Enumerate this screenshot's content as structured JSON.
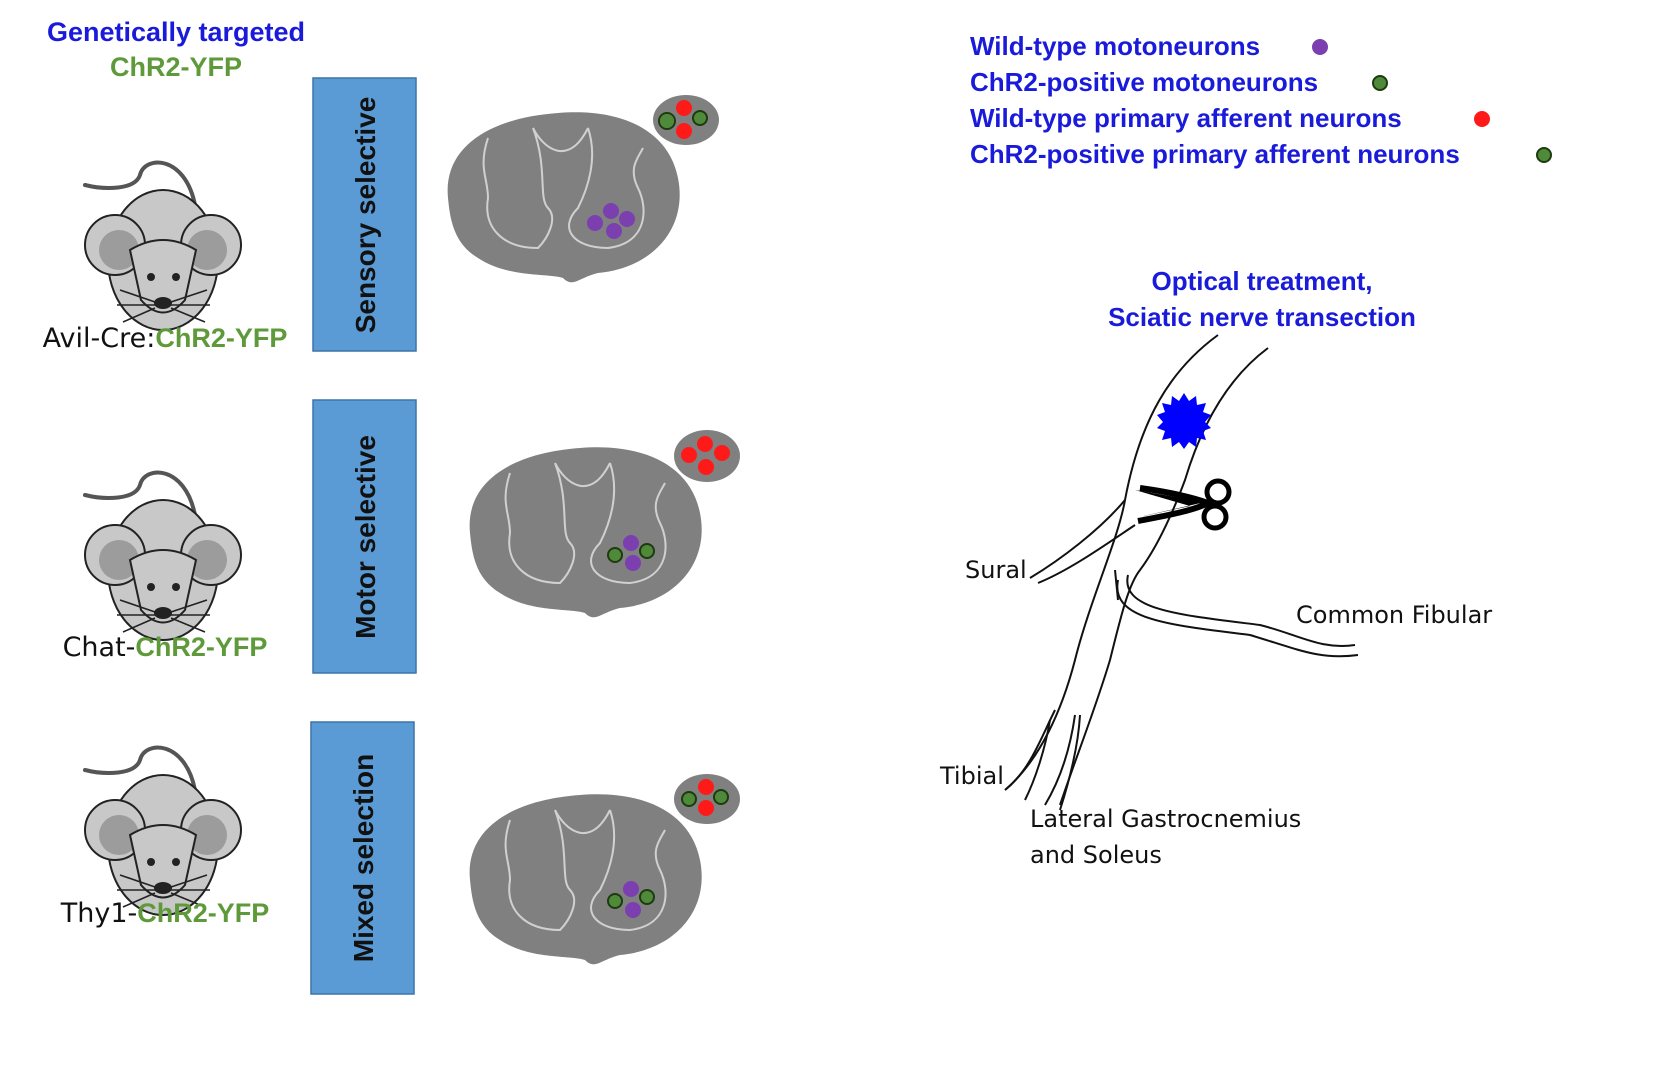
{
  "header": {
    "line1": "Genetically targeted",
    "line2": "ChR2-YFP"
  },
  "mice": [
    {
      "prefix": "Avil-Cre:",
      "suffix": "ChR2-YFP"
    },
    {
      "prefix": "Chat-",
      "suffix": "ChR2-YFP"
    },
    {
      "prefix": "Thy1-",
      "suffix": "ChR2-YFP"
    }
  ],
  "boxes": [
    "Sensory selective",
    "Motor selective",
    "Mixed selection"
  ],
  "legend": [
    {
      "label": "Wild-type motoneurons",
      "color": "#7b3fb0"
    },
    {
      "label": "ChR2-positive motoneurons",
      "color": "#4f8a3a"
    },
    {
      "label": "Wild-type primary afferent neurons",
      "color": "#ff1a1a"
    },
    {
      "label": "ChR2-positive primary afferent neurons",
      "color": "#4f8a3a"
    }
  ],
  "treatment": {
    "line1": "Optical treatment,",
    "line2": "Sciatic nerve transection"
  },
  "nerves": {
    "sural": "Sural",
    "common_fibular": "Common Fibular",
    "tibial": "Tibial",
    "lgs_line1": "Lateral Gastrocnemius",
    "lgs_line2": "and Soleus"
  },
  "colors": {
    "box": "#5b9bd5",
    "cord": "#808080",
    "motoneuron": "#7b3fb0",
    "afferent": "#ff1a1a",
    "chr2": "#4f8a3a",
    "light": "#0000ff"
  }
}
